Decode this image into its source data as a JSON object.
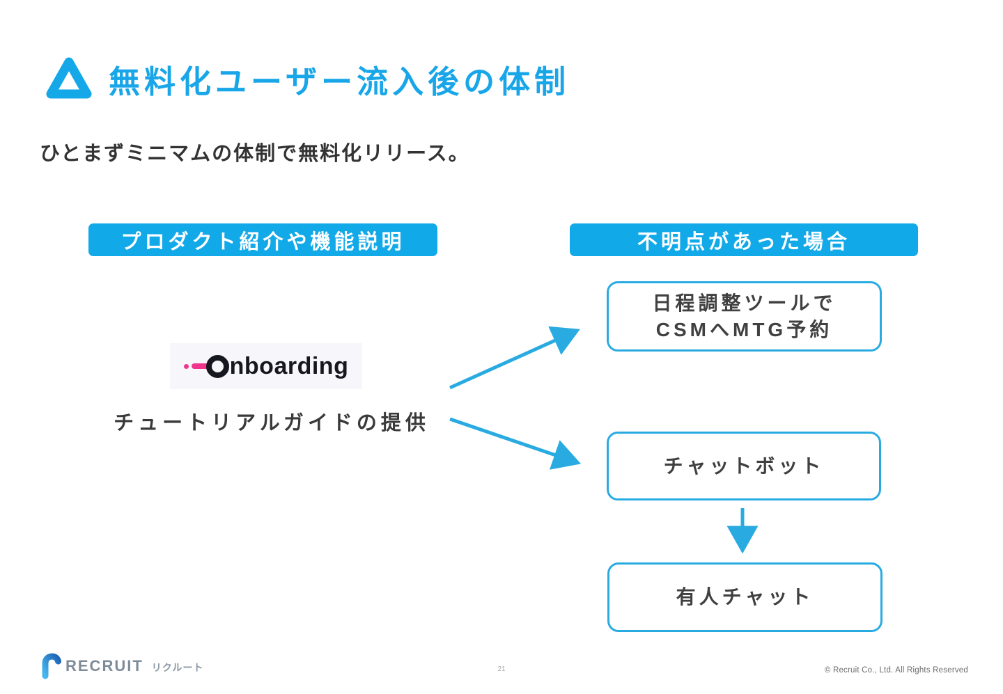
{
  "slide": {
    "title": "無料化ユーザー流入後の体制",
    "subtitle": "ひとまずミニマムの体制で無料化リリース。",
    "page_number": "21",
    "copyright": "© Recruit Co., Ltd. All Rights Reserved"
  },
  "colors": {
    "accent_blue": "#12a9e9",
    "arrow_blue": "#29abe2",
    "title_blue": "#18a6e9",
    "onboarding_pink": "#f0368c",
    "onboarding_black": "#17171f",
    "body_text": "#3a3a3a",
    "footer_gray": "#7e8c9a"
  },
  "left_column": {
    "header": "プロダクト紹介や機能説明",
    "onboarding_logo_text": "nboarding",
    "caption": "チュートリアルガイドの提供"
  },
  "right_column": {
    "header": "不明点があった場合",
    "boxes": [
      {
        "lines": [
          "日程調整ツールで",
          "CSMへMTG予約"
        ]
      },
      {
        "lines": [
          "チャットボット"
        ]
      },
      {
        "lines": [
          "有人チャット"
        ]
      }
    ]
  },
  "footer": {
    "brand": "RECRUIT",
    "brand_kana": "リクルート"
  }
}
